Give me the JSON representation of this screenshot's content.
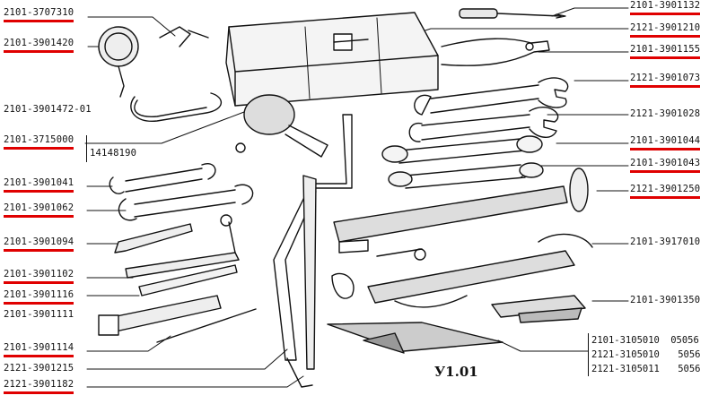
{
  "figure_label": "У1.01",
  "left_labels": [
    {
      "id": "l1",
      "text": "2101-3707310",
      "underline": true
    },
    {
      "id": "l2",
      "text": "2101-3901420",
      "underline": true
    },
    {
      "id": "l3",
      "text": "2101-3901472-01",
      "underline": false
    },
    {
      "id": "l4",
      "text": "2101-3715000",
      "underline": true
    },
    {
      "id": "l5",
      "text": "14148190",
      "underline": false
    },
    {
      "id": "l6",
      "text": "2101-3901041",
      "underline": true
    },
    {
      "id": "l7",
      "text": "2101-3901062",
      "underline": true
    },
    {
      "id": "l8",
      "text": "2101-3901094",
      "underline": true
    },
    {
      "id": "l9",
      "text": "2101-3901102",
      "underline": true
    },
    {
      "id": "l10",
      "text": "2101-3901116",
      "underline": true
    },
    {
      "id": "l11",
      "text": "2101-3901111",
      "underline": false
    },
    {
      "id": "l12",
      "text": "2101-3901114",
      "underline": true
    },
    {
      "id": "l13",
      "text": "2121-3901215",
      "underline": false
    },
    {
      "id": "l14",
      "text": "2121-3901182",
      "underline": true
    }
  ],
  "right_labels": [
    {
      "id": "r1",
      "text": "2101-3901132",
      "underline": true
    },
    {
      "id": "r2",
      "text": "2121-3901210",
      "underline": true
    },
    {
      "id": "r3",
      "text": "2101-3901155",
      "underline": true
    },
    {
      "id": "r4",
      "text": "2121-3901073",
      "underline": true
    },
    {
      "id": "r5",
      "text": "2121-3901028",
      "underline": false
    },
    {
      "id": "r6",
      "text": "2101-3901044",
      "underline": true
    },
    {
      "id": "r7",
      "text": "2101-3901043",
      "underline": true
    },
    {
      "id": "r8",
      "text": "2121-3901250",
      "underline": true
    },
    {
      "id": "r9",
      "text": "2101-3917010",
      "underline": false
    },
    {
      "id": "r10",
      "text": "2101-3901350",
      "underline": false
    }
  ],
  "bottom_table": [
    {
      "code": "2101-3105010",
      "variant": "05056"
    },
    {
      "code": "2121-3105010",
      "variant": "5056"
    },
    {
      "code": "2121-3105011",
      "variant": "5056"
    }
  ],
  "colors": {
    "underline": "#e00000",
    "ink": "#111111",
    "fill": "#dcdcdc"
  }
}
